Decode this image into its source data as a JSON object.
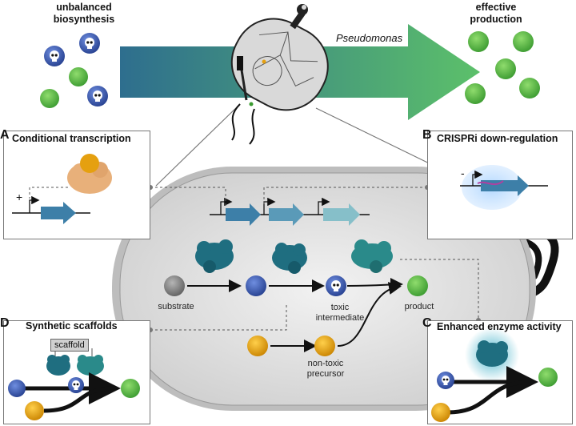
{
  "top": {
    "left_label": "unbalanced\nbiosynthesis",
    "right_label": "effective\nproduction",
    "organism": "Pseudomonas"
  },
  "panels": {
    "A": {
      "letter": "A",
      "title": "Conditional transcription",
      "sign": "+"
    },
    "B": {
      "letter": "B",
      "title": "CRISPRi down-regulation",
      "sign": "-"
    },
    "C": {
      "letter": "C",
      "title": "Enhanced enzyme activity"
    },
    "D": {
      "letter": "D",
      "title": "Synthetic scaffolds",
      "scaffold": "scaffold"
    }
  },
  "pathway": {
    "substrate": "substrate",
    "toxic": "toxic\nintermediate",
    "product": "product",
    "nontoxic": "non-toxic\nprecursor"
  },
  "colors": {
    "arrow_start": "#2e6e8e",
    "arrow_end": "#5cc06a",
    "green_ball": "#5db84a",
    "blue_ball": "#3a55a8",
    "orange_ball": "#e5a010",
    "gray_ball": "#808080",
    "enzyme": "#1f6e80"
  },
  "icons": [
    "skull-icon",
    "wrench-icon",
    "screwdriver-icon",
    "promoter-arrow-icon",
    "gene-arrow-icon",
    "enzyme-icon"
  ]
}
